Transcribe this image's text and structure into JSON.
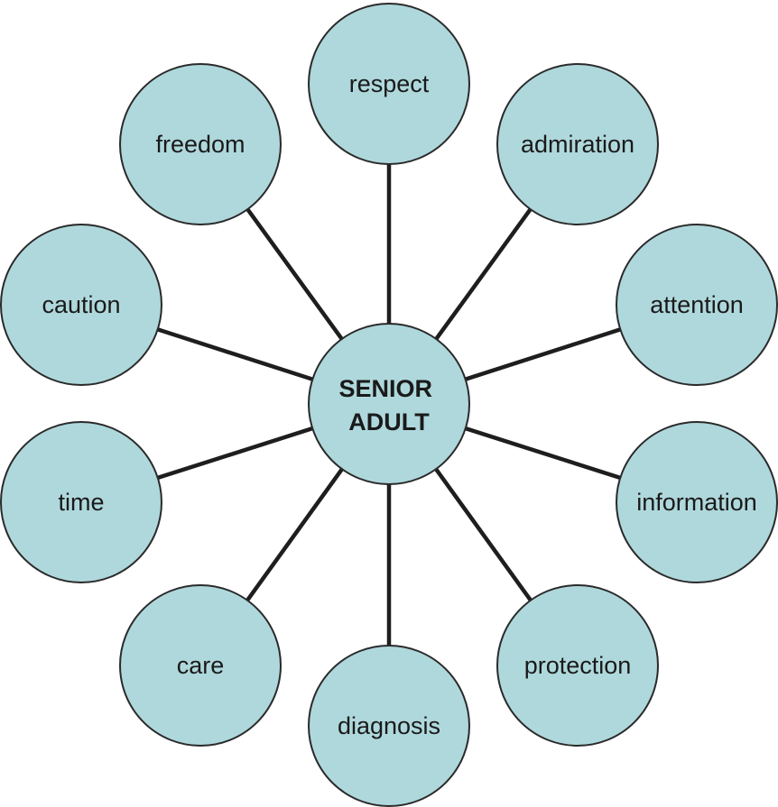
{
  "diagram": {
    "center": {
      "lines": [
        "SENIOR",
        "ADULT"
      ]
    },
    "nodes": [
      {
        "id": "respect",
        "label": "respect"
      },
      {
        "id": "admiration",
        "label": "admiration"
      },
      {
        "id": "attention",
        "label": "attention"
      },
      {
        "id": "information",
        "label": "information"
      },
      {
        "id": "protection",
        "label": "protection"
      },
      {
        "id": "diagnosis",
        "label": "diagnosis"
      },
      {
        "id": "care",
        "label": "care"
      },
      {
        "id": "time",
        "label": "time"
      },
      {
        "id": "caution",
        "label": "caution"
      },
      {
        "id": "freedom",
        "label": "freedom"
      }
    ],
    "colors": {
      "circle_fill": "#afd8dc",
      "circle_stroke": "#2a2a2a",
      "connector": "#1e1e1e",
      "text": "#1a1a1a"
    }
  }
}
